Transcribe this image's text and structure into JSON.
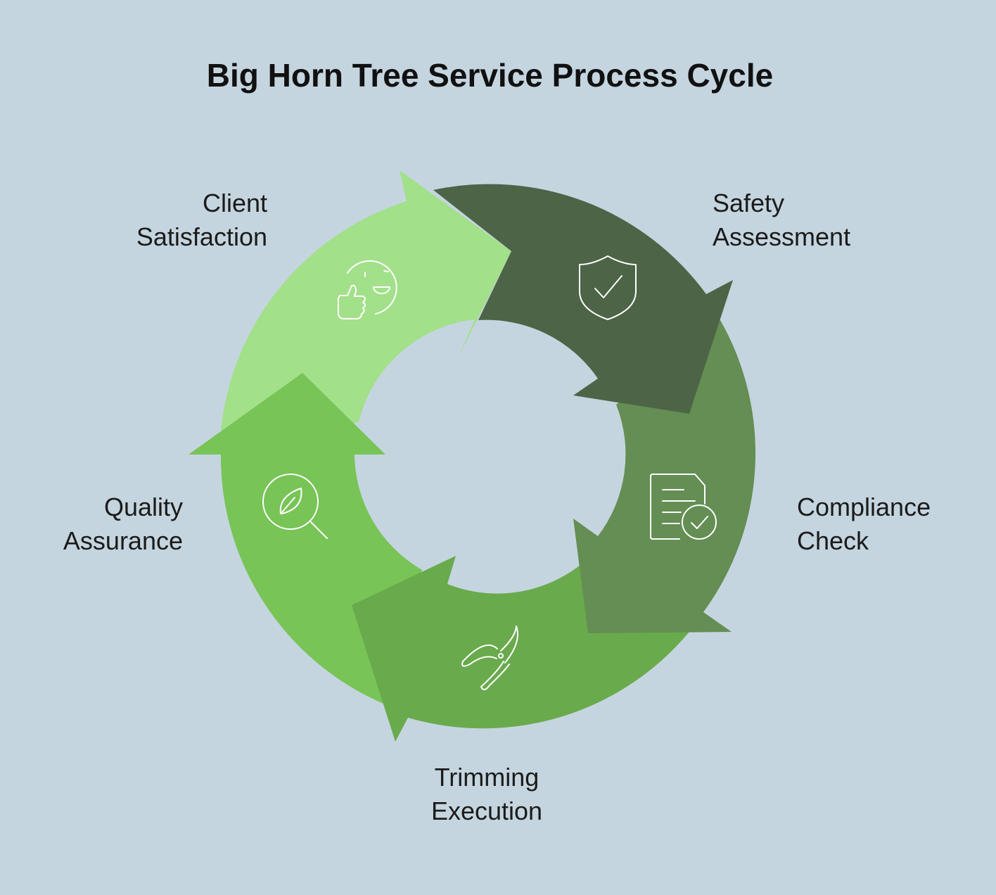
{
  "title": "Big Horn Tree Service Process Cycle",
  "colors": {
    "background": "#c5d5df",
    "safety": "#4d6447",
    "compliance": "#648e53",
    "trimming": "#69aa4d",
    "quality": "#78c457",
    "client": "#a2e08a",
    "icon_stroke": "#ffffff"
  },
  "steps": [
    {
      "line1": "Safety",
      "line2": "Assessment",
      "icon": "shield-check-icon"
    },
    {
      "line1": "Compliance",
      "line2": "Check",
      "icon": "document-check-icon"
    },
    {
      "line1": "Trimming",
      "line2": "Execution",
      "icon": "pruning-shears-icon"
    },
    {
      "line1": "Quality",
      "line2": "Assurance",
      "icon": "leaf-magnifier-icon"
    },
    {
      "line1": "Client",
      "line2": "Satisfaction",
      "icon": "thumbs-up-smile-icon"
    }
  ]
}
